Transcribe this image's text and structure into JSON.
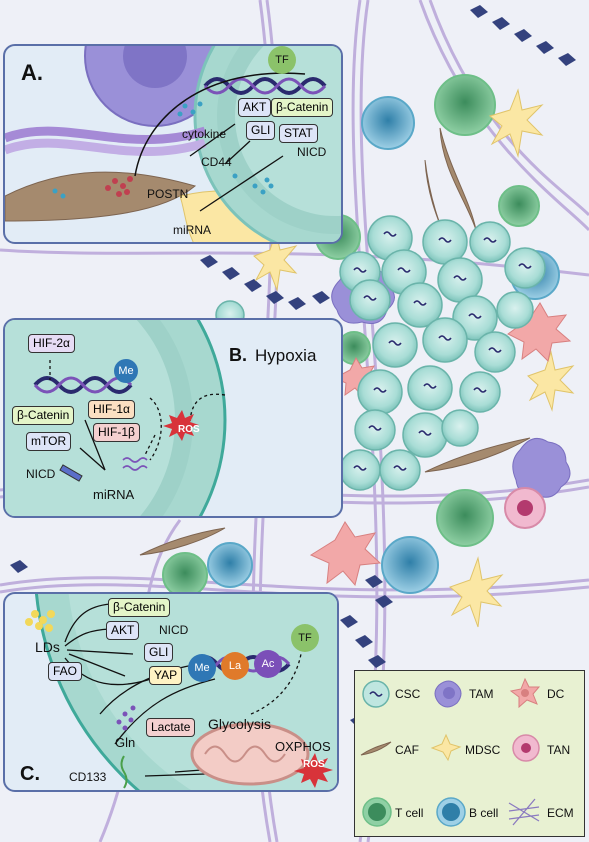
{
  "panel_a": {
    "letter": "A.",
    "labels": {
      "tf": "TF",
      "akt": "AKT",
      "beta_catenin": "β-Catenin",
      "cytokine": "cytokine",
      "gli": "GLI",
      "stat": "STAT",
      "cd44": "CD44",
      "nicd": "NICD",
      "postn": "POSTN",
      "mirna": "miRNA"
    }
  },
  "panel_b": {
    "letter": "B.",
    "title": "Hypoxia",
    "labels": {
      "hif2a": "HIF-2α",
      "me": "Me",
      "hif1a": "HIF-1α",
      "hif1b": "HIF-1β",
      "beta_catenin": "β-Catenin",
      "mtor": "mTOR",
      "ros": "ROS",
      "nicd": "NICD",
      "mirna": "miRNA"
    }
  },
  "panel_c": {
    "letter": "C.",
    "labels": {
      "beta_catenin": "β-Catenin",
      "akt": "AKT",
      "nicd": "NICD",
      "lds": "LDs",
      "gli": "GLI",
      "fao": "FAO",
      "yap": "YAP",
      "me": "Me",
      "la": "La",
      "ac": "Ac",
      "tf": "TF",
      "lactate": "Lactate",
      "glycolysis": "Glycolysis",
      "gln": "Gln",
      "oxphos": "OXPHOS",
      "cd133": "CD133",
      "ros": "ROS"
    }
  },
  "legend": {
    "items": [
      {
        "label": "CSC",
        "icon": "csc-icon"
      },
      {
        "label": "TAM",
        "icon": "tam-icon"
      },
      {
        "label": "DC",
        "icon": "dc-icon"
      },
      {
        "label": "CAF",
        "icon": "caf-icon"
      },
      {
        "label": "MDSC",
        "icon": "mdsc-icon"
      },
      {
        "label": "TAN",
        "icon": "tan-icon"
      },
      {
        "label": "T cell",
        "icon": "t-cell-icon"
      },
      {
        "label": "B cell",
        "icon": "b-cell-icon"
      },
      {
        "label": "ECM",
        "icon": "ecm-icon"
      }
    ]
  },
  "colors": {
    "panel_border": "#5a6fa8",
    "cell_teal": "#8fd1c6",
    "dna": "#2a2a6e",
    "ros": "#d8333a",
    "legend_bg": "#e8f1d2"
  }
}
